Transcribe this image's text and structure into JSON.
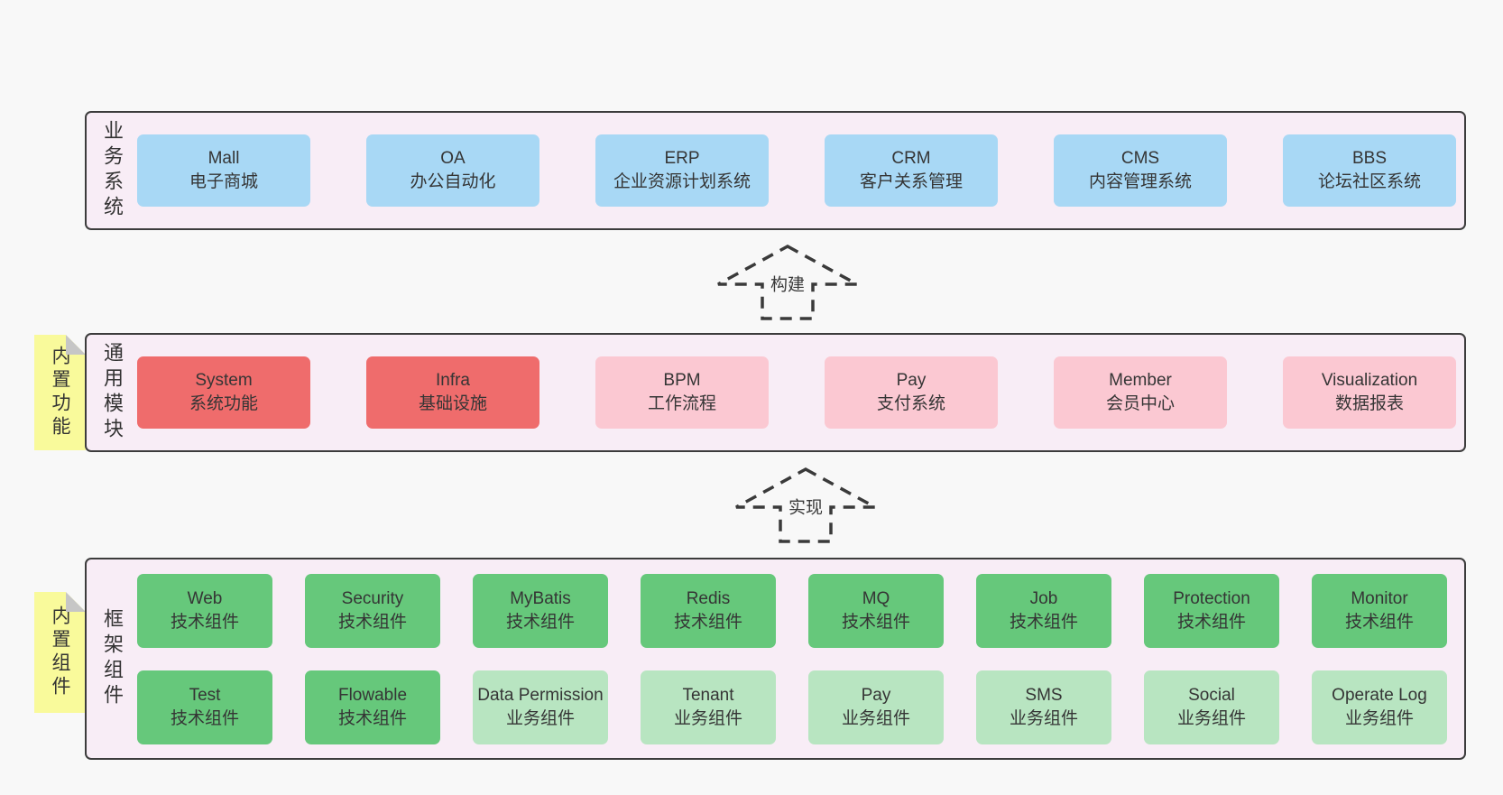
{
  "colors": {
    "page_bg": "#f8f8f8",
    "panel_bg": "#f8edf6",
    "line": "#3c3c3c",
    "text": "#383838",
    "blue": "#a8d8f5",
    "red": "#ef6c6c",
    "pink": "#fbc8d2",
    "green_dark": "#66c87b",
    "green_light": "#b8e5c1",
    "sticky": "#f9fa9b",
    "fold": "#c6c6c6"
  },
  "layers": {
    "business": {
      "label": "业务系统",
      "boxes": [
        {
          "name": "Mall",
          "desc": "电子商城",
          "type": "blue"
        },
        {
          "name": "OA",
          "desc": "办公自动化",
          "type": "blue"
        },
        {
          "name": "ERP",
          "desc": "企业资源计划系统",
          "type": "blue"
        },
        {
          "name": "CRM",
          "desc": "客户关系管理",
          "type": "blue"
        },
        {
          "name": "CMS",
          "desc": "内容管理系统",
          "type": "blue"
        },
        {
          "name": "BBS",
          "desc": "论坛社区系统",
          "type": "blue"
        }
      ]
    },
    "modules": {
      "label": "通用模块",
      "sticky": "内置功能",
      "boxes": [
        {
          "name": "System",
          "desc": "系统功能",
          "type": "red"
        },
        {
          "name": "Infra",
          "desc": "基础设施",
          "type": "red"
        },
        {
          "name": "BPM",
          "desc": "工作流程",
          "type": "pink"
        },
        {
          "name": "Pay",
          "desc": "支付系统",
          "type": "pink"
        },
        {
          "name": "Member",
          "desc": "会员中心",
          "type": "pink"
        },
        {
          "name": "Visualization",
          "desc": "数据报表",
          "type": "pink"
        }
      ]
    },
    "components": {
      "label": "框架组件",
      "sticky": "内置组件",
      "rows": [
        [
          {
            "name": "Web",
            "desc": "技术组件",
            "type": "green-dark"
          },
          {
            "name": "Security",
            "desc": "技术组件",
            "type": "green-dark"
          },
          {
            "name": "MyBatis",
            "desc": "技术组件",
            "type": "green-dark"
          },
          {
            "name": "Redis",
            "desc": "技术组件",
            "type": "green-dark"
          },
          {
            "name": "MQ",
            "desc": "技术组件",
            "type": "green-dark"
          },
          {
            "name": "Job",
            "desc": "技术组件",
            "type": "green-dark"
          },
          {
            "name": "Protection",
            "desc": "技术组件",
            "type": "green-dark"
          },
          {
            "name": "Monitor",
            "desc": "技术组件",
            "type": "green-dark"
          }
        ],
        [
          {
            "name": "Test",
            "desc": "技术组件",
            "type": "green-dark"
          },
          {
            "name": "Flowable",
            "desc": "技术组件",
            "type": "green-dark"
          },
          {
            "name": "Data Permission",
            "desc": "业务组件",
            "type": "green-light"
          },
          {
            "name": "Tenant",
            "desc": "业务组件",
            "type": "green-light"
          },
          {
            "name": "Pay",
            "desc": "业务组件",
            "type": "green-light"
          },
          {
            "name": "SMS",
            "desc": "业务组件",
            "type": "green-light"
          },
          {
            "name": "Social",
            "desc": "业务组件",
            "type": "green-light"
          },
          {
            "name": "Operate Log",
            "desc": "业务组件",
            "type": "green-light"
          }
        ]
      ]
    }
  },
  "arrows": [
    {
      "label": "构建"
    },
    {
      "label": "实现"
    }
  ]
}
